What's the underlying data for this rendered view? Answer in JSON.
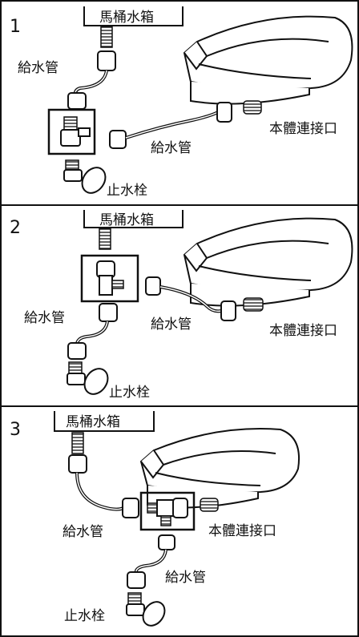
{
  "panels": [
    {
      "number": "1",
      "tank_label": "馬桶水箱",
      "labels": {
        "supply_pipe_upper": "給水管",
        "supply_pipe_lower": "給水管",
        "body_inlet": "本體連接口",
        "stop_valve": "止水栓"
      }
    },
    {
      "number": "2",
      "tank_label": "馬桶水箱",
      "labels": {
        "supply_pipe_left": "給水管",
        "supply_pipe_right": "給水管",
        "body_inlet": "本體連接口",
        "stop_valve": "止水栓"
      }
    },
    {
      "number": "3",
      "tank_label": "馬桶水箱",
      "labels": {
        "supply_pipe_upper": "給水管",
        "supply_pipe_lower": "給水管",
        "body_inlet": "本體連接口",
        "stop_valve": "止水栓"
      }
    }
  ]
}
